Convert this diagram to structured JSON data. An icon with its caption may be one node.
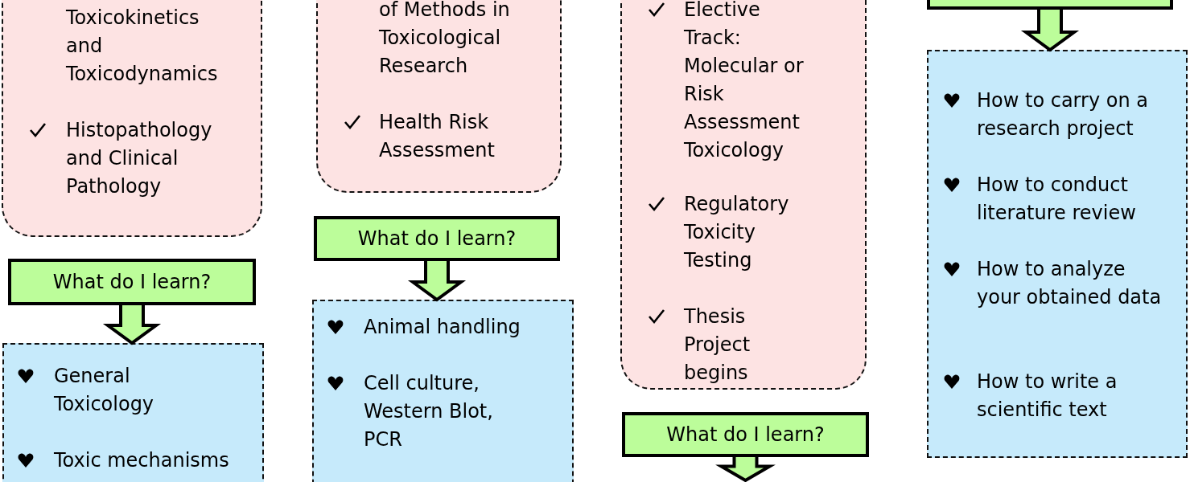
{
  "diagram": {
    "nodes": [
      {
        "text": [
          "Toxicokinetics and Toxicodynamics",
          "Histopathology and Clinical Pathology"
        ]
      },
      {
        "text": [
          "What do I learn?"
        ]
      },
      {
        "text": [
          "General Toxicology",
          "Toxic mechanisms"
        ]
      },
      {
        "text": [
          "of Methods in Toxicological Research",
          "Health Risk Assessment"
        ]
      },
      {
        "text": [
          "What do I learn?"
        ]
      },
      {
        "text": [
          "Animal handling",
          "Cell culture, Western Blot, PCR"
        ]
      },
      {
        "text": [
          "Elective Track: Molecular or Risk Assessment Toxicology",
          "Regulatory Toxicity Testing",
          "Thesis Project begins"
        ]
      },
      {
        "text": [
          "What do I learn?"
        ]
      },
      {
        "text": [],
        "shape": "box"
      },
      {
        "text": [
          "How to carry on a research project",
          "How to conduct literature review",
          "How to analyze your obtained data",
          "How to write a scientific text"
        ]
      }
    ],
    "edges": [
      {
        "from": 1,
        "to": 2,
        "arrow": "to"
      },
      {
        "from": 4,
        "to": 5,
        "arrow": "to"
      },
      {
        "from": 7,
        "to": null,
        "arrow": "to"
      },
      {
        "from": 8,
        "to": 9,
        "arrow": "to"
      }
    ]
  }
}
